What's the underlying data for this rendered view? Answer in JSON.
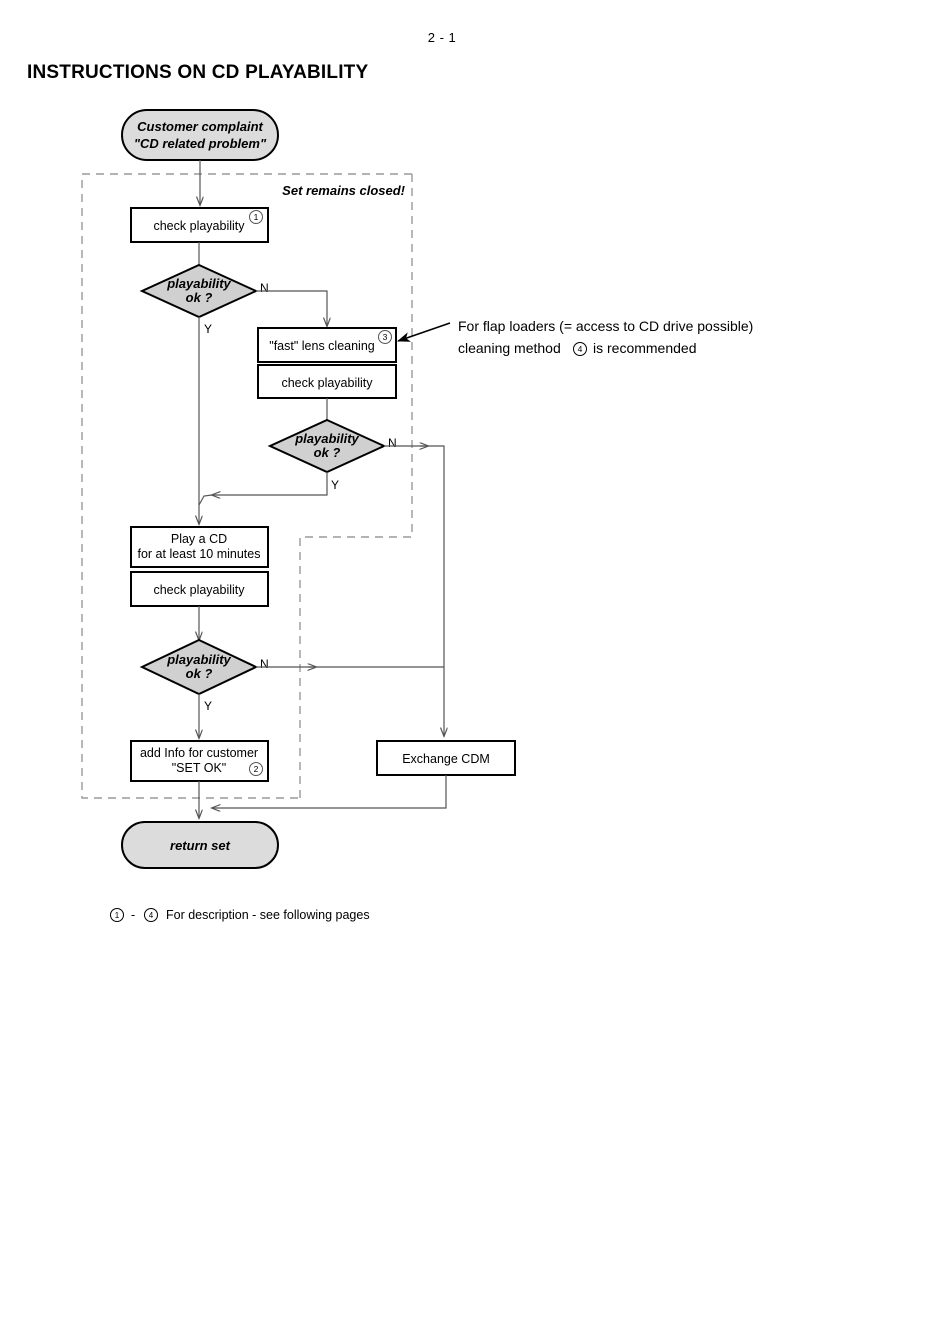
{
  "page": {
    "number": "2 - 1",
    "title": "INSTRUCTIONS ON CD PLAYABILITY"
  },
  "flowchart": {
    "start_terminal": {
      "line1": "Customer complaint",
      "line2": "\"CD related problem\""
    },
    "group_label": "Set remains closed!",
    "nodes": {
      "check_playability_1": {
        "label": "check playability",
        "marker": "1"
      },
      "decision_1": {
        "line1": "playability",
        "line2": "ok ?"
      },
      "fast_lens_cleaning": {
        "label": "\"fast\" lens cleaning",
        "marker": "3"
      },
      "check_playability_2": {
        "label": "check playability"
      },
      "decision_2": {
        "line1": "playability",
        "line2": "ok ?"
      },
      "play_a_cd": {
        "line1": "Play a CD",
        "line2": "for at least 10 minutes"
      },
      "check_playability_3": {
        "label": "check playability"
      },
      "decision_3": {
        "line1": "playability",
        "line2": "ok ?"
      },
      "add_info": {
        "line1": "add Info for customer",
        "line2": "\"SET OK\"",
        "marker": "2"
      },
      "exchange_cdm": {
        "label": "Exchange CDM"
      },
      "end_terminal": {
        "label": "return set"
      }
    },
    "branch_labels": {
      "no": "N",
      "yes": "Y"
    }
  },
  "annotation": {
    "line1": "For flap loaders (= access to CD drive possible)",
    "line2_before": "cleaning method",
    "line2_marker": "4",
    "line2_after": "is recommended"
  },
  "footnote": {
    "marker_from": "1",
    "dash": "-",
    "marker_to": "4",
    "text": "For description - see following pages"
  },
  "colors": {
    "node_fill": "#ffffff",
    "decision_fill": "#d0d0d0",
    "terminal_fill": "#dcdcdc",
    "stroke": "#000000",
    "connector": "#555555",
    "dashed": "#9a9a9a"
  }
}
